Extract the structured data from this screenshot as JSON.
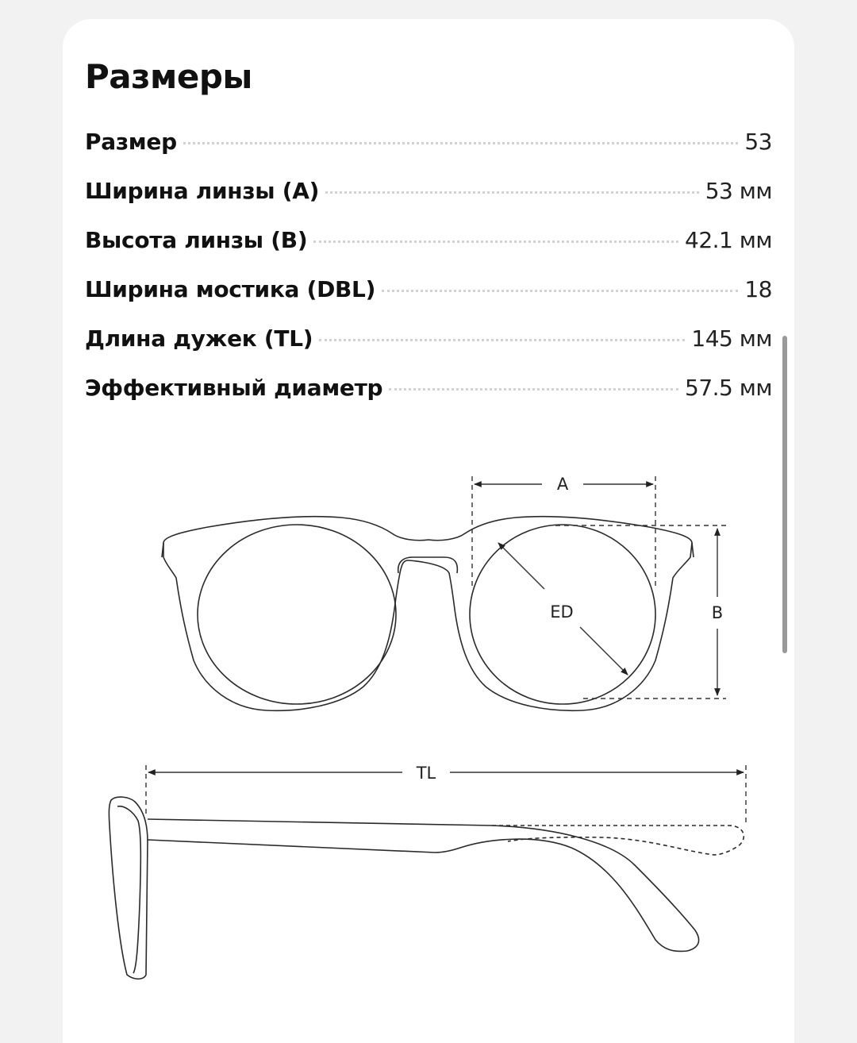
{
  "title": "Размеры",
  "specs": [
    {
      "label": "Размер",
      "value": "53"
    },
    {
      "label": "Ширина линзы (A)",
      "value": "53 мм"
    },
    {
      "label": "Высота линзы (B)",
      "value": "42.1 мм"
    },
    {
      "label": "Ширина мостика (DBL)",
      "value": "18"
    },
    {
      "label": "Длина дужек (TL)",
      "value": "145 мм"
    },
    {
      "label": "Эффективный диаметр",
      "value": "57.5 мм"
    }
  ],
  "diagram": {
    "label_a": "A",
    "label_b": "B",
    "label_ed": "ED",
    "label_tl": "TL"
  }
}
